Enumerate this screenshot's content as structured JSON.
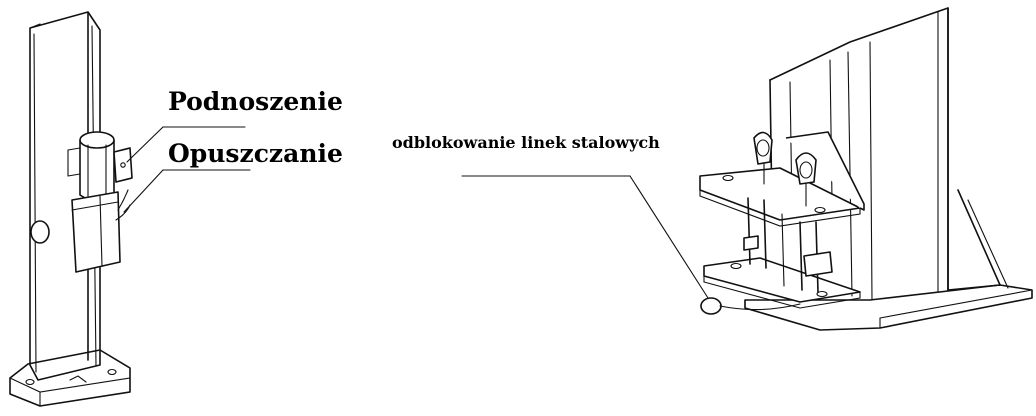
{
  "labels": {
    "lift": "Podnoszenie",
    "lower": "Opuszczanie",
    "cable_release": "odblokowanie linek stalowych"
  },
  "colors": {
    "ink": "#111111",
    "background": "#ffffff"
  }
}
